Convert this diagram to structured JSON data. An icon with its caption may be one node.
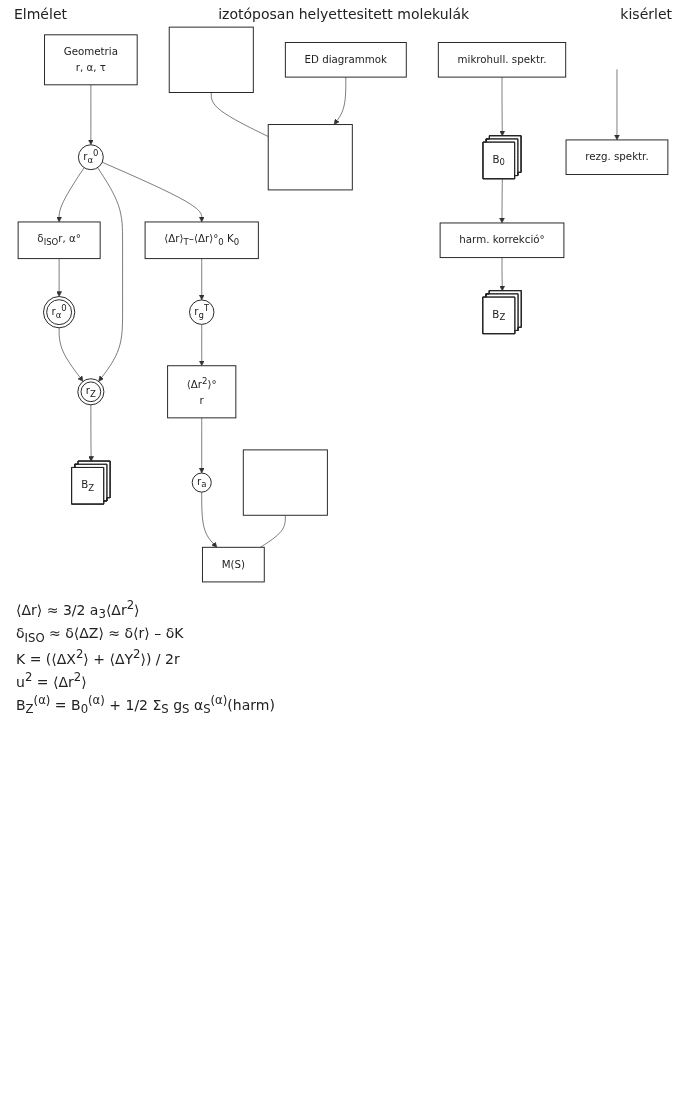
{
  "diagram": {
    "nodes": [
      {
        "text": [
          "Geometria",
          "r, α, τ"
        ]
      },
      {
        "text": [
          "r$_{α}$$^{0}$"
        ]
      },
      {
        "text": [
          "δ$_{ISO}$r, α°"
        ]
      },
      {
        "text": [
          "r$_{α}$$^{0}$"
        ]
      },
      {
        "text": [
          "⟨Δr⟩$_{T}$–⟨Δr⟩°$_{0}$ K$_{0}$"
        ]
      },
      {
        "text": [
          "r$_{g}$$^{T}$"
        ]
      },
      {
        "text": [
          "r$_{Z}$"
        ]
      },
      {
        "text": [
          "⟨Δr$^{2}$⟩°",
          "r"
        ]
      },
      {
        "text": [
          "r$_{a}$"
        ]
      },
      {
        "text": [
          "B$_{Z}$"
        ]
      },
      {
        "text": [],
        "shape": "box"
      },
      {
        "text": [
          "M(S)"
        ]
      },
      {
        "text": [
          "B$_{Z}$"
        ]
      },
      {
        "text": [],
        "shape": "box"
      },
      {
        "text": [],
        "shape": "box"
      },
      {
        "text": [
          "harm. korrekció°"
        ]
      },
      {
        "text": [
          "ED diagrammok"
        ]
      },
      {
        "text": [
          "B$_{0}$"
        ]
      },
      {
        "text": [
          "mikrohull. spektr."
        ]
      },
      {
        "text": [
          "rezg. spektr."
        ]
      }
    ],
    "edges": [
      {
        "from": 0,
        "to": 3,
        "arrow": "to"
      },
      {
        "from": 3,
        "to": 2,
        "arrow": "to"
      },
      {
        "from": 2,
        "to": 1,
        "arrow": "to"
      },
      {
        "from": 1,
        "to": 6,
        "arrow": "to"
      },
      {
        "from": 3,
        "to": 6,
        "arrow": "to"
      },
      {
        "from": 3,
        "to": 4,
        "arrow": "to"
      },
      {
        "from": 4,
        "to": 5,
        "arrow": "to"
      },
      {
        "from": 5,
        "to": 7,
        "arrow": "to"
      },
      {
        "from": 7,
        "to": 8,
        "arrow": "to"
      },
      {
        "from": 8,
        "to": 11,
        "arrow": "to"
      },
      {
        "from": 6,
        "to": 9,
        "arrow": "to"
      },
      {
        "from": 10,
        "to": 11,
        "arrow": "none"
      },
      {
        "from": 13,
        "to": 14,
        "arrow": "none"
      },
      {
        "from": 16,
        "to": 14,
        "arrow": "to"
      },
      {
        "from": 17,
        "to": 15,
        "arrow": "to"
      },
      {
        "from": 15,
        "to": 12,
        "arrow": "to"
      },
      {
        "from": 18,
        "to": 17,
        "arrow": "to"
      },
      {
        "from": null,
        "to": 19,
        "arrow": "to"
      }
    ],
    "labels": [
      "Elmélet",
      "izotóposan helyettesitett molekulák",
      "kisérlet",
      "⟨Δr⟩ ≈ 3/2 a$_{3}$⟨Δr$^{2}$⟩",
      "δ$_{ISO}$ ≈ δ⟨ΔZ⟩ ≈ δ⟨r⟩ – δK",
      "K = (⟨ΔX$^{2}$⟩ + ⟨ΔY$^{2}$⟩) / 2r",
      "u$^{2}$ = ⟨Δr$^{2}$⟩",
      "B$_{Z}$$^{(α)}$ = B$_{0}$$^{(α)}$ + 1/2 Σ$_{S}$ g$_{S}$ α$_{S}$$^{(α)}$(harm)"
    ]
  }
}
